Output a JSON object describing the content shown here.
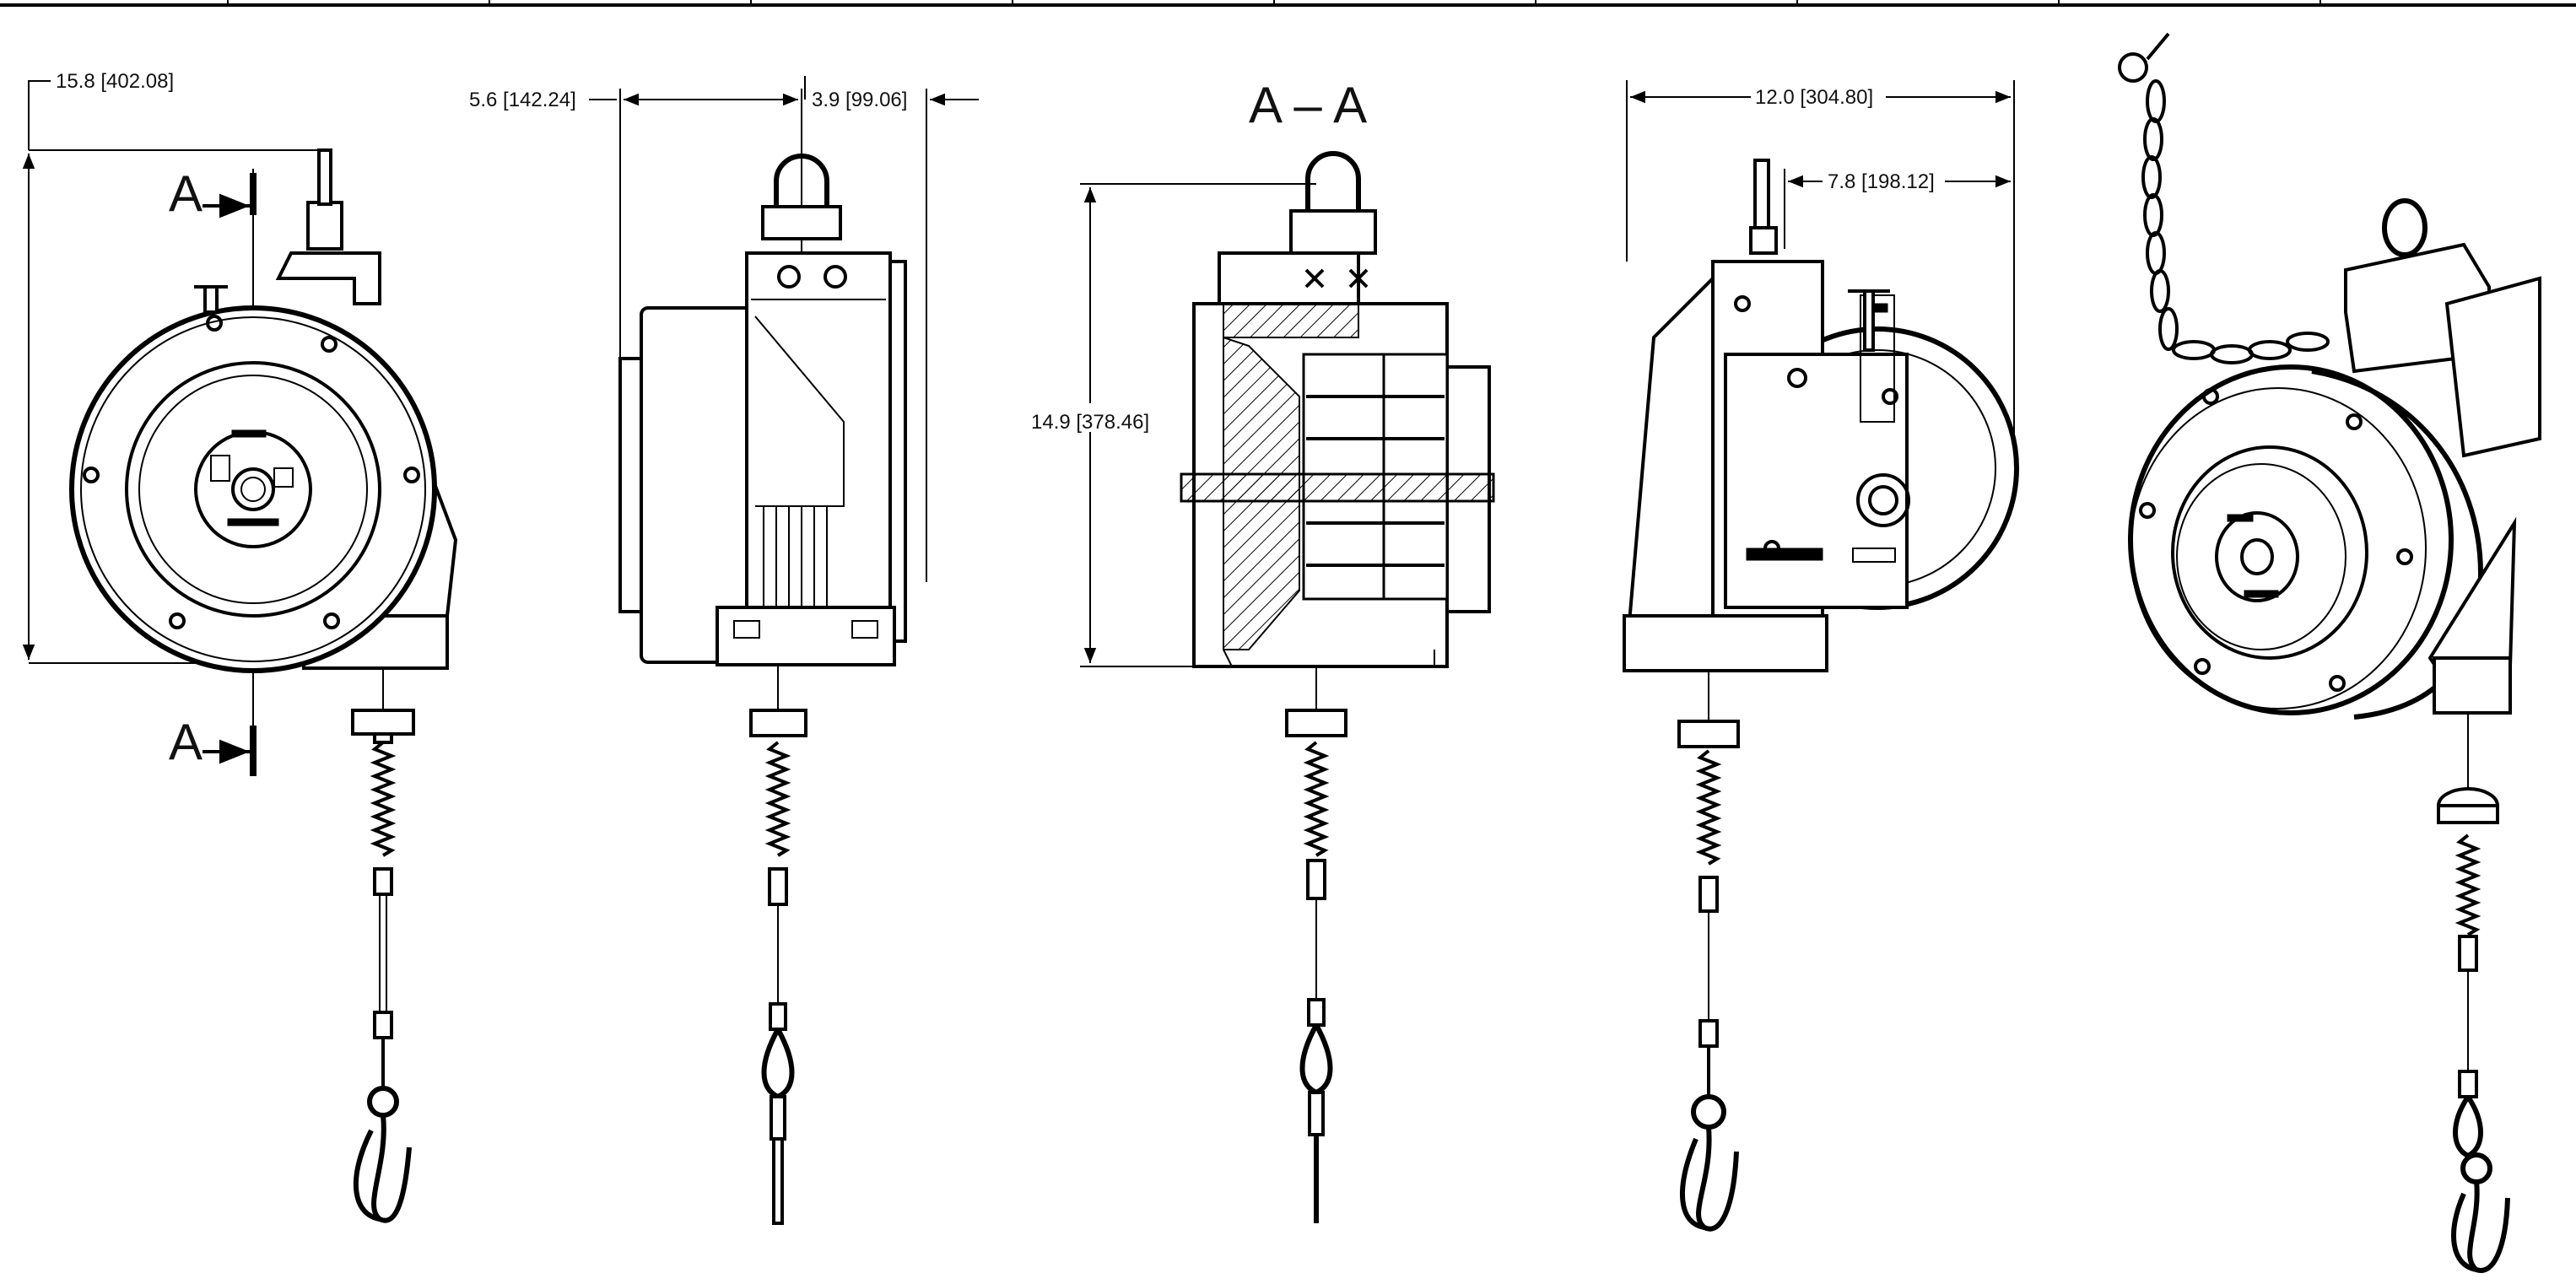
{
  "dimensions": {
    "front_width": "15.8 [402.08]",
    "side_depth": "5.6 [142.24]",
    "side_offset": "3.9 [99.06]",
    "section_height": "14.9 [378.46]",
    "rear_width": "12.0 [304.80]",
    "rear_offset": "7.8 [198.12]"
  },
  "section": {
    "cut_label": "A",
    "view_label": "A – A"
  },
  "colors": {
    "line": "#000000",
    "background": "#ffffff"
  }
}
